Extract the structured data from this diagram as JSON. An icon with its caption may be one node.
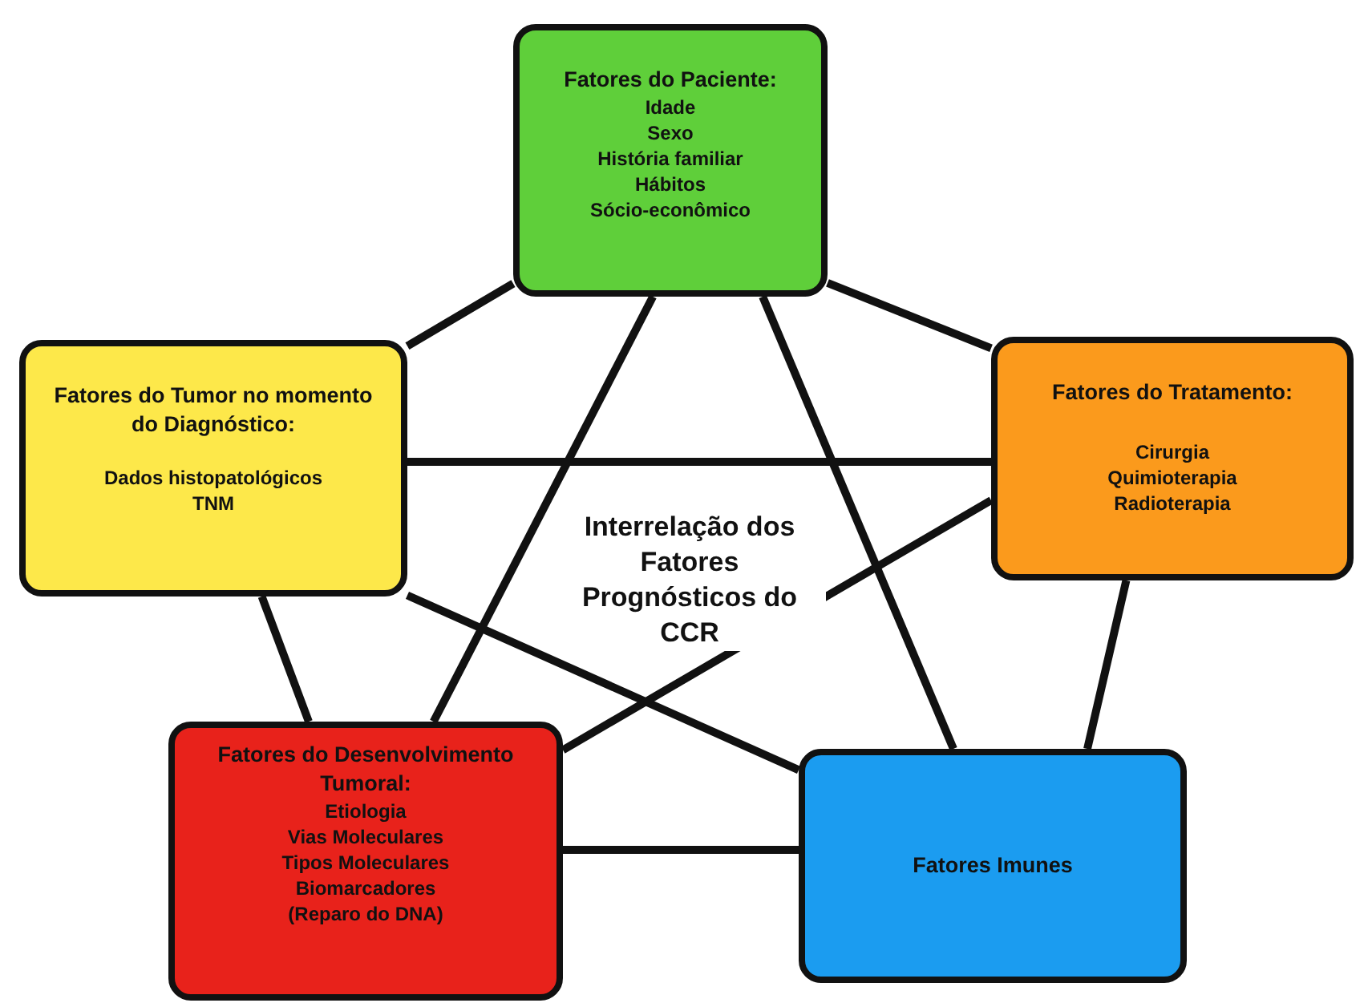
{
  "diagram": {
    "nodes": [
      {
        "text": [
          "Fatores do Paciente:",
          "Idade",
          "Sexo",
          "História familiar",
          "Hábitos",
          "Sócio-econômico"
        ]
      },
      {
        "text": [
          "Fatores do Tumor no momento do Diagnóstico:",
          "Dados histopatológicos",
          "TNM"
        ]
      },
      {
        "text": [
          "Fatores do Tratamento:",
          "Cirurgia",
          "Quimioterapia",
          "Radioterapia"
        ]
      },
      {
        "text": [
          "Fatores do Desenvolvimento Tumoral:",
          "Etiologia",
          "Vias Moleculares",
          "Tipos Moleculares",
          "Biomarcadores",
          "(Reparo do DNA)"
        ]
      },
      {
        "text": [
          "Fatores Imunes"
        ]
      }
    ],
    "edges": [
      {
        "from": 0,
        "to": 1,
        "arrow": "none"
      },
      {
        "from": 0,
        "to": 2,
        "arrow": "none"
      },
      {
        "from": 0,
        "to": 3,
        "arrow": "none"
      },
      {
        "from": 0,
        "to": 4,
        "arrow": "none"
      },
      {
        "from": 1,
        "to": 2,
        "arrow": "none"
      },
      {
        "from": 1,
        "to": 3,
        "arrow": "none"
      },
      {
        "from": 1,
        "to": 4,
        "arrow": "none"
      },
      {
        "from": 2,
        "to": 3,
        "arrow": "none"
      },
      {
        "from": 2,
        "to": 4,
        "arrow": "none"
      },
      {
        "from": 3,
        "to": 4,
        "arrow": "none"
      }
    ],
    "labels": [
      "Interrelação dos Fatores Prognósticos do CCR"
    ]
  }
}
